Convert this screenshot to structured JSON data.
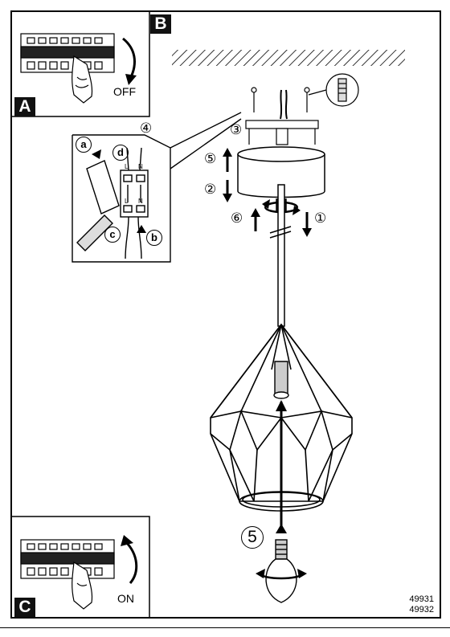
{
  "markers": {
    "a": "A",
    "b": "B",
    "c": "C"
  },
  "switch_off_label": "OFF",
  "switch_on_label": "ON",
  "steps": {
    "s1": "①",
    "s2": "②",
    "s3": "③",
    "s4": "④",
    "s5": "⑤",
    "s6": "⑥",
    "bulb_step": "5"
  },
  "wiring_letters": {
    "a": "a",
    "b": "b",
    "c": "c",
    "d": "d"
  },
  "terminal_labels": {
    "top_left": "L",
    "top_right": "N",
    "bottom_left": "L",
    "bottom_right": "N"
  },
  "model_numbers": [
    "49931",
    "49932"
  ]
}
